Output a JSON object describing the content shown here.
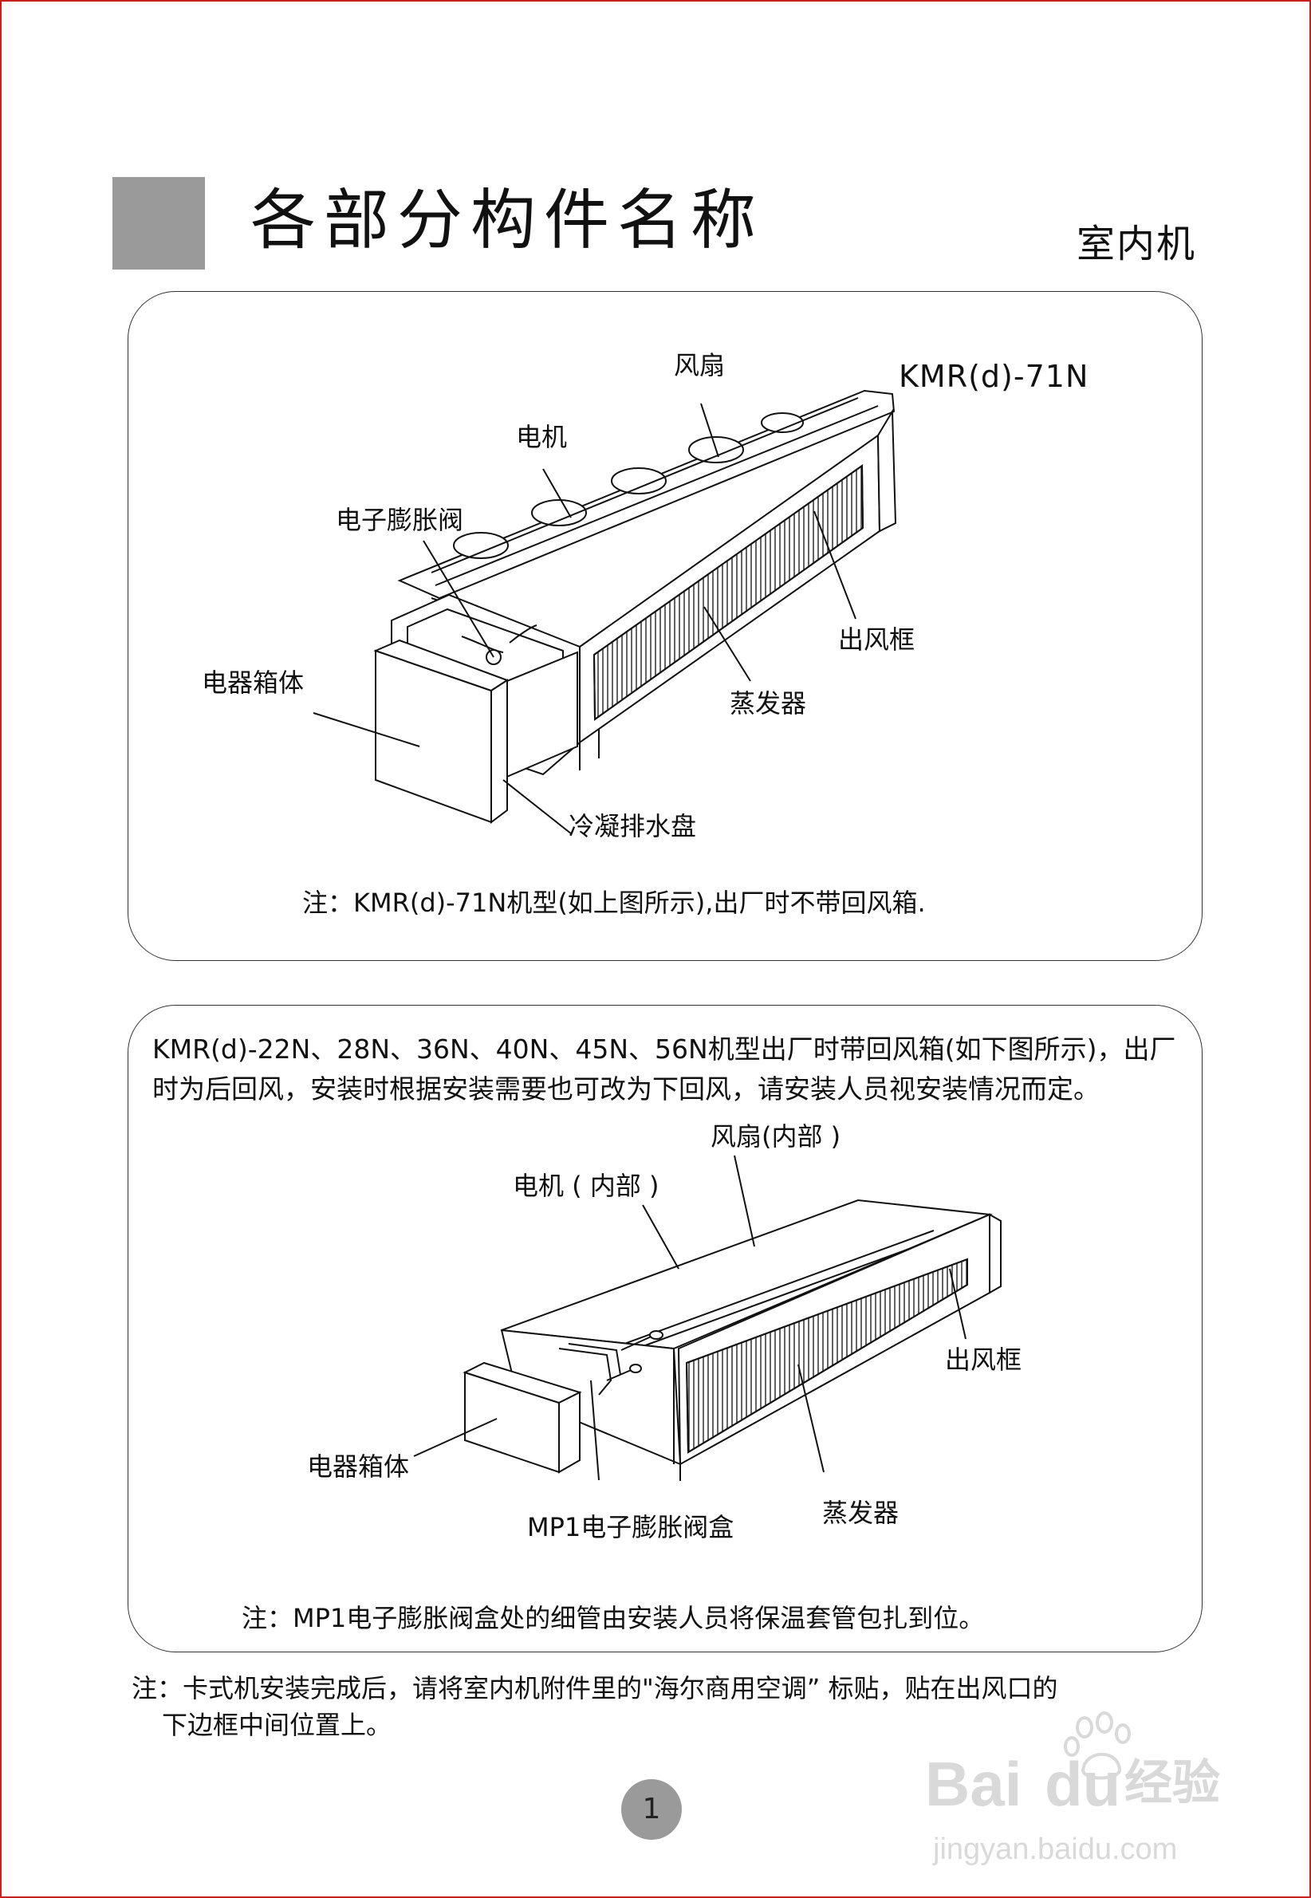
{
  "header": {
    "title": "各部分构件名称",
    "subtitle": "室内机"
  },
  "panel1": {
    "model": "KMR(d)-71N",
    "labels": {
      "fan": "风扇",
      "motor": "电机",
      "expansion_valve": "电子膨胀阀",
      "electrical_box": "电器箱体",
      "outlet_frame": "出风框",
      "evaporator": "蒸发器",
      "drain_pan": "冷凝排水盘"
    },
    "note": "注：KMR(d)-71N机型(如上图所示),出厂时不带回风箱."
  },
  "panel2": {
    "intro_line1": "KMR(d)-22N、28N、36N、40N、45N、56N机型出厂时带回风箱(如下图所示)，出厂",
    "intro_line2": "时为后回风，安装时根据安装需要也可改为下回风，请安装人员视安装情况而定。",
    "labels": {
      "fan": "风扇(内部 )",
      "motor": "电机 ( 内部 )",
      "outlet_frame": "出风框",
      "electrical_box": "电器箱体",
      "evaporator": "蒸发器",
      "valve_box": "MP1电子膨胀阀盒"
    },
    "note": "注：MP1电子膨胀阀盒处的细管由安装人员将保温套管包扎到位。"
  },
  "footnote": {
    "line1": "注：卡式机安装完成后，请将室内机附件里的\"海尔商用空调” 标贴，贴在出风口的",
    "line2": "下边框中间位置上。"
  },
  "page_number": "1",
  "watermark": {
    "brand": "Bai",
    "brand2": "du",
    "suffix": "经验",
    "url": "jingyan.baidu.com"
  }
}
